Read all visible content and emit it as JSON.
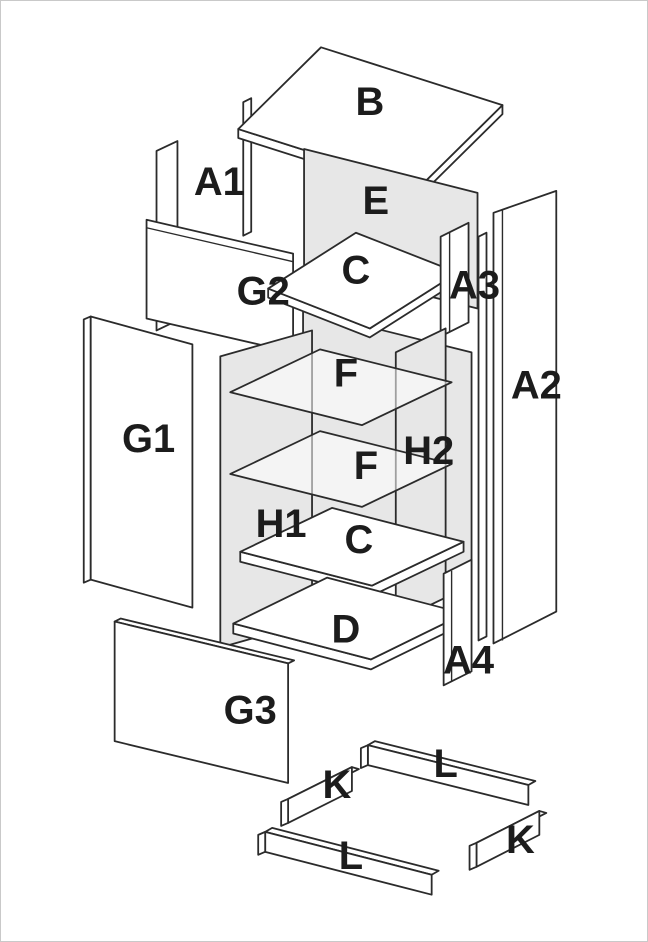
{
  "parts": {
    "B": {
      "label": "B"
    },
    "A1": {
      "label": "A1"
    },
    "E": {
      "label": "E"
    },
    "G2": {
      "label": "G2"
    },
    "C_upper": {
      "label": "C"
    },
    "A3": {
      "label": "A3"
    },
    "A2": {
      "label": "A2"
    },
    "G1": {
      "label": "G1"
    },
    "F_upper": {
      "label": "F"
    },
    "H2": {
      "label": "H2"
    },
    "F_lower": {
      "label": "F"
    },
    "H1": {
      "label": "H1"
    },
    "C_lower": {
      "label": "C"
    },
    "D": {
      "label": "D"
    },
    "A4": {
      "label": "A4"
    },
    "G3": {
      "label": "G3"
    },
    "K_left": {
      "label": "K"
    },
    "L_top": {
      "label": "L"
    },
    "K_right": {
      "label": "K"
    },
    "L_bottom": {
      "label": "L"
    }
  },
  "colors": {
    "background": "#ffffff",
    "panel_fill": "#ffffff",
    "panel_shaded": "#e7e7e7",
    "glass_fill": "rgba(255,255,255,0.55)",
    "outline": "#2b2b2b",
    "label_text": "#1c1c1c",
    "page_border": "#c9c9c9"
  }
}
